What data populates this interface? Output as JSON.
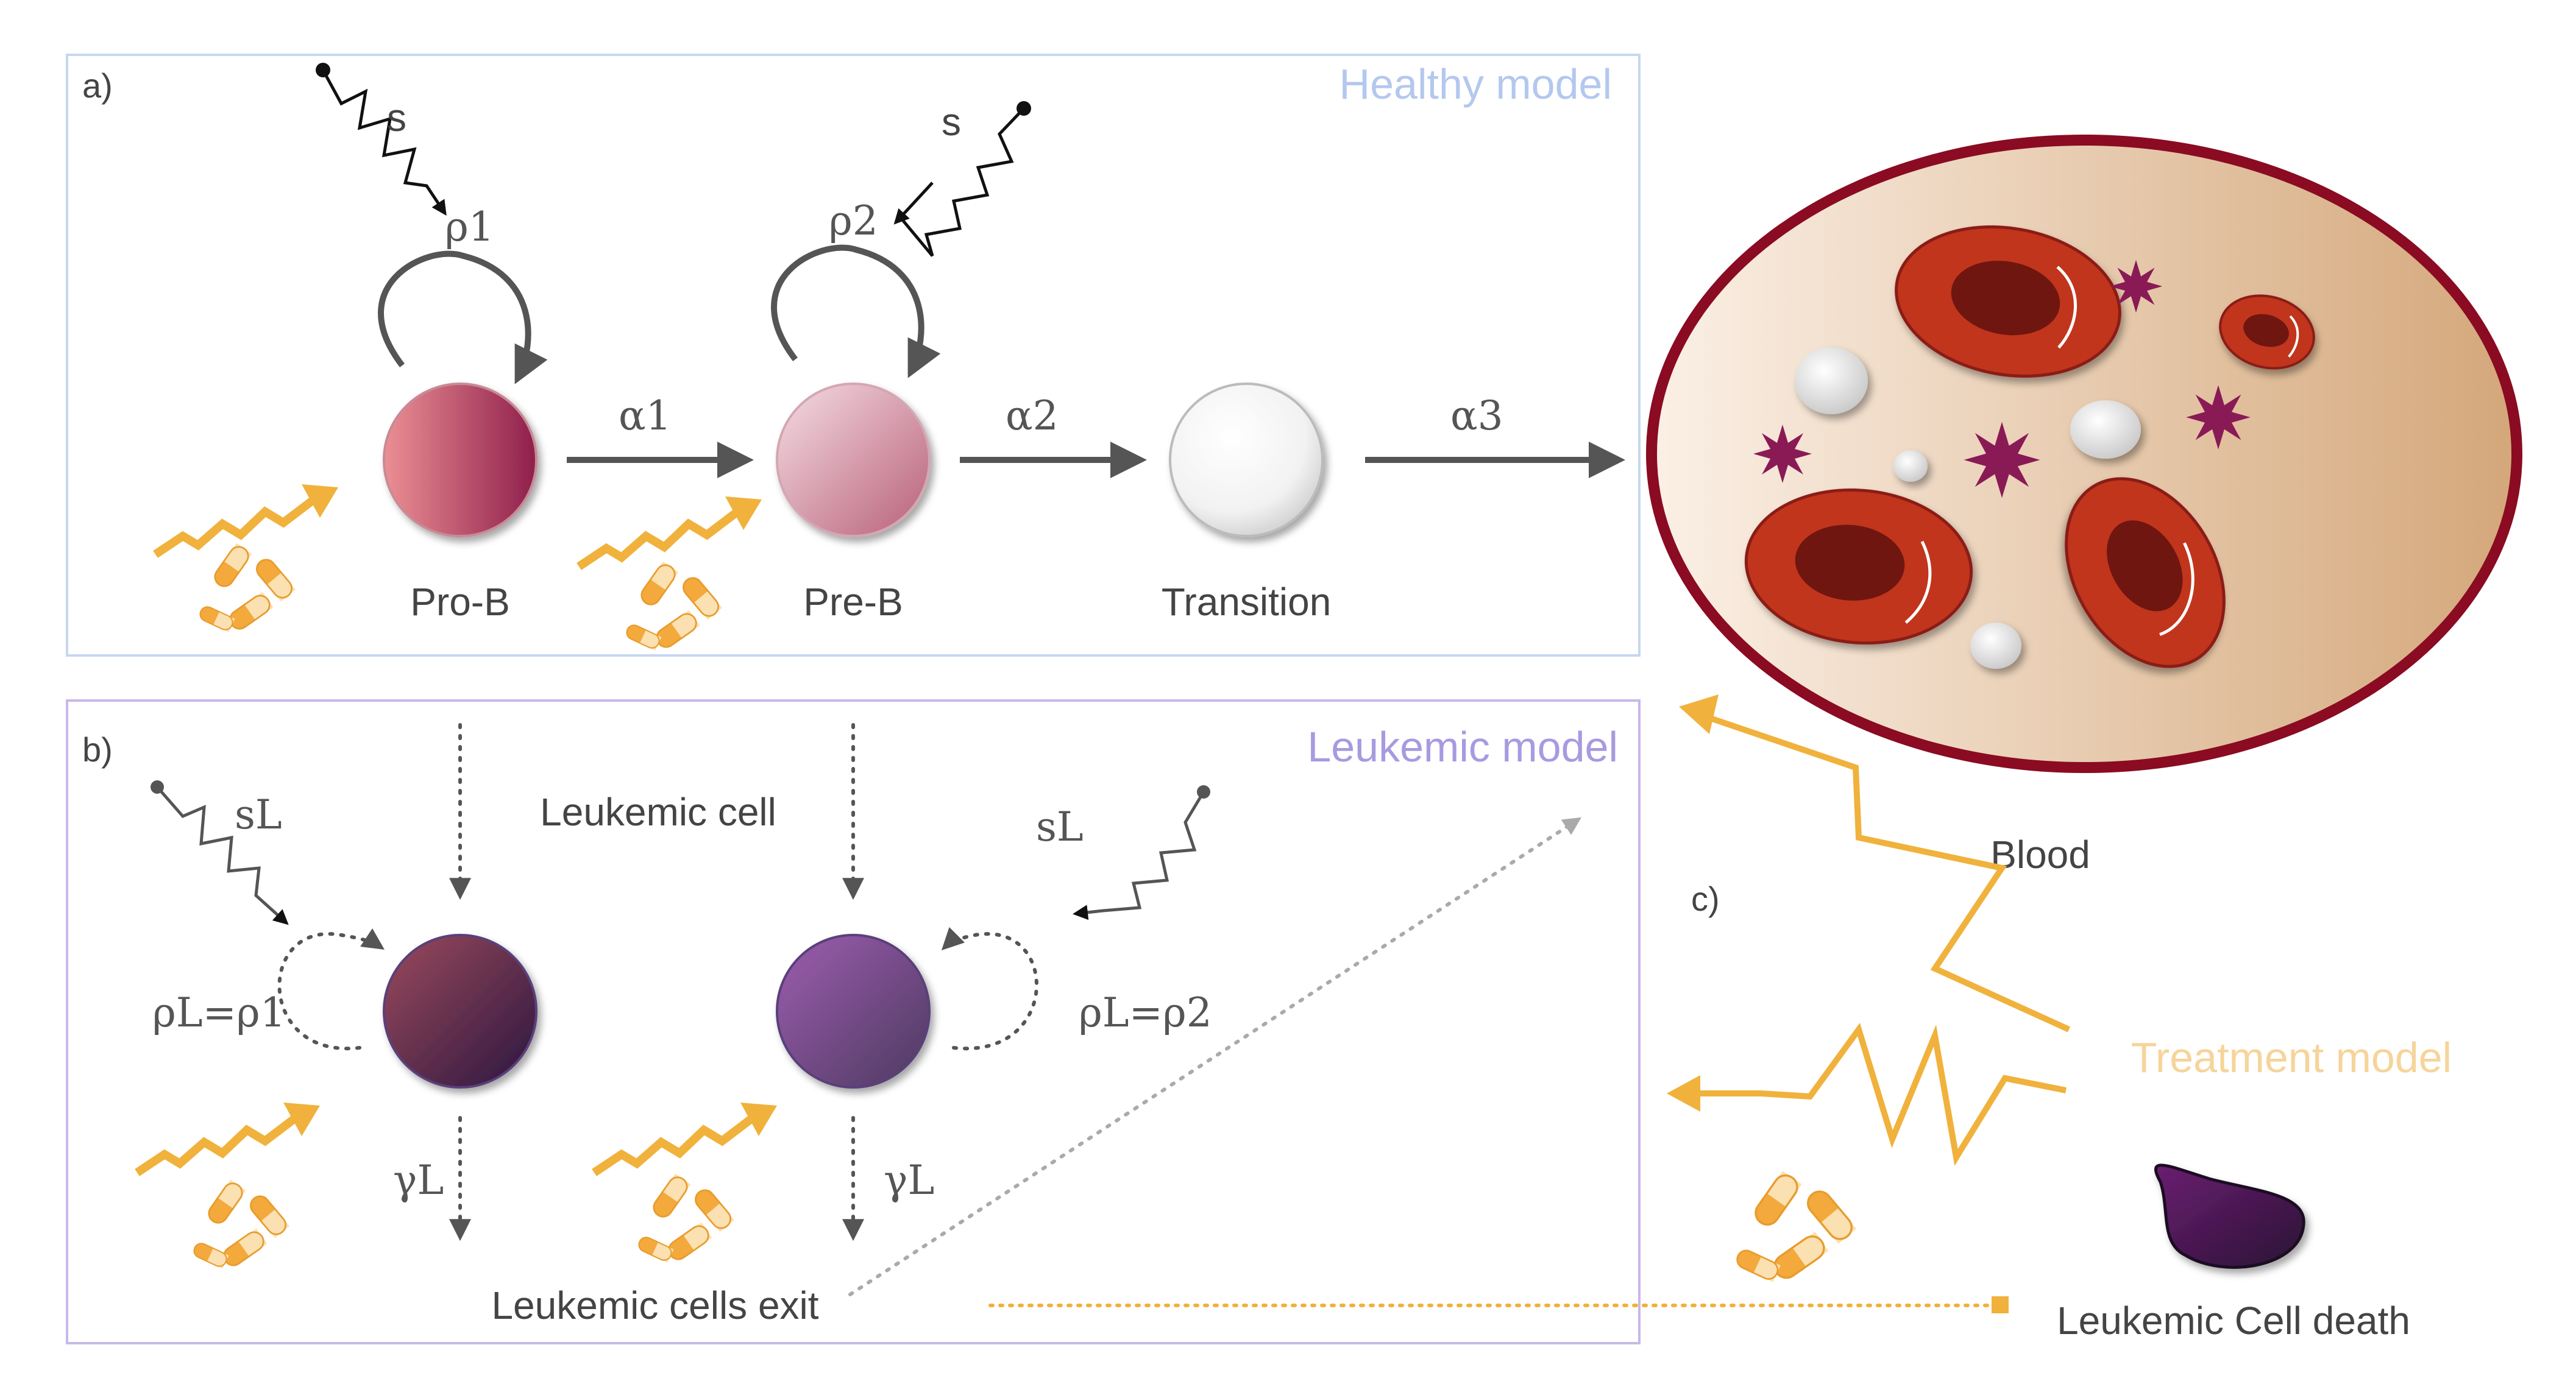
{
  "panels": {
    "healthy": {
      "letter": "a)",
      "title": "Healthy model"
    },
    "leukemic": {
      "letter": "b)",
      "title": "Leukemic model"
    },
    "treatment": {
      "letter": "c)",
      "title": "Treatment model"
    }
  },
  "healthy": {
    "cells": [
      "Pro-B",
      "Pre-B",
      "Transition"
    ],
    "signal_labels": [
      "s",
      "s"
    ],
    "rho1": "ρ1",
    "rho2": "ρ2",
    "alpha1": "α1",
    "alpha2": "α2",
    "alpha3": "α3"
  },
  "leukemic": {
    "cell_label": "Leukemic cell",
    "sL_left": "sL",
    "sL_right": "sL",
    "rhoL_left": "ρL=ρ1",
    "rhoL_right": "ρL=ρ2",
    "gammaL_left": "γL",
    "gammaL_right": "γL",
    "exit_label": "Leukemic cells exit"
  },
  "treatment": {
    "blood_label": "Blood",
    "death_label": "Leukemic Cell death"
  },
  "colors": {
    "healthy_title": "#b4c8ee",
    "leukemic_title": "#a89ae0",
    "treatment_title": "#f6d49a",
    "treatment_orange": "#f0b23c",
    "blood_rim": "#8a0b22"
  }
}
